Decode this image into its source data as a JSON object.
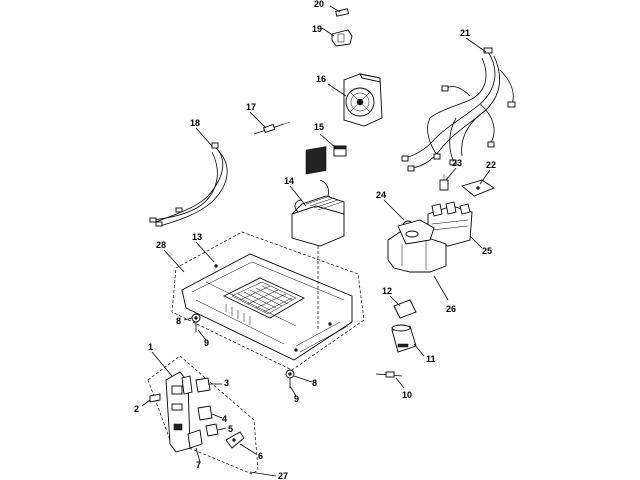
{
  "labels": {
    "p1": "1",
    "p2": "2",
    "p3": "3",
    "p4": "4",
    "p5": "5",
    "p6": "6",
    "p7": "7",
    "p8a": "8",
    "p8b": "8",
    "p9a": "9",
    "p9b": "9",
    "p10": "10",
    "p11": "11",
    "p12": "12",
    "p13": "13",
    "p14": "14",
    "p15": "15",
    "p16": "16",
    "p17": "17",
    "p18": "18",
    "p19": "19",
    "p20": "20",
    "p21": "21",
    "p22": "22",
    "p23": "23",
    "p24": "24",
    "p25": "25",
    "p26": "26",
    "p27": "27",
    "p28": "28"
  }
}
